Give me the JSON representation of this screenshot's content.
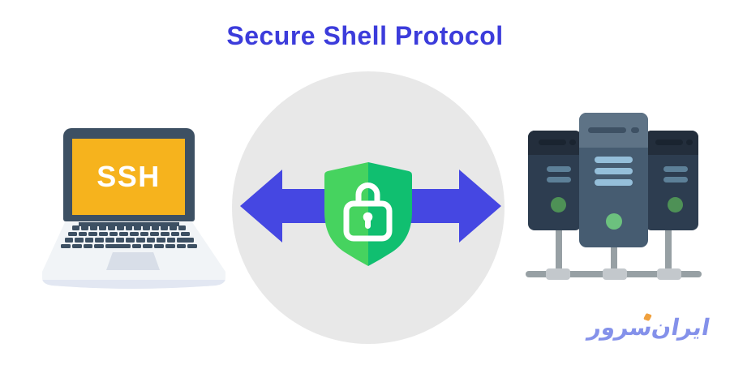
{
  "title": "Secure Shell Protocol",
  "client_laptop": {
    "screen_label": "SSH"
  },
  "watermark": {
    "brand_text": "ایران‌سرور"
  },
  "colors": {
    "title_blue": "#3c3cdb",
    "arrow_blue": "#4547e2",
    "shield_green_light": "#46d35f",
    "shield_green_dark": "#10bf70",
    "lock_white": "#ffffff",
    "screen_yellow": "#f6b31d",
    "laptop_dark": "#3d5063",
    "laptop_body": "#f1f4f7",
    "laptop_lip": "#e2e7f2",
    "trackpad_gray": "#d8dee8",
    "circle_gray": "#e8e8e8",
    "server_side_body": "#2d3d50",
    "server_side_header": "#232e3c",
    "server_side_slot": "#1a2430",
    "server_side_bar": "#5d8098",
    "server_side_led": "#4e9156",
    "server_center_body": "#465c71",
    "server_center_header": "#5e7386",
    "server_center_slot": "#3e5164",
    "server_center_bar": "#95bfda",
    "server_center_led": "#6cc17e",
    "network_gray": "#97a0a4",
    "network_node": "#c3c8cc",
    "logo_blue": "#8491ea",
    "logo_orange": "#f0a13e"
  }
}
